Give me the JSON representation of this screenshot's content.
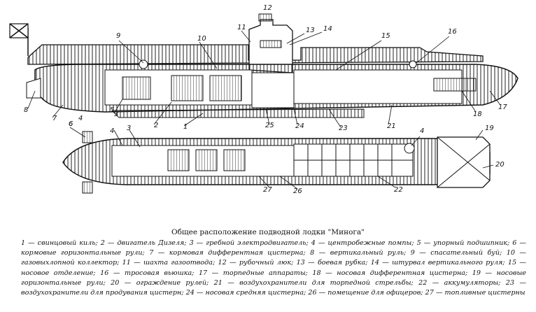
{
  "caption": {
    "title": "Общее расположение подводной лодки \"Минога\"",
    "legend": [
      {
        "n": "1",
        "text": "свинцовый киль"
      },
      {
        "n": "2",
        "text": "двигатель Дизеля"
      },
      {
        "n": "3",
        "text": "гребной электродвигатель"
      },
      {
        "n": "4",
        "text": "центробежные помпы"
      },
      {
        "n": "5",
        "text": "упорный подшипник"
      },
      {
        "n": "6",
        "text": "кормовые горизонтальные рули"
      },
      {
        "n": "7",
        "text": "кормовая дифферентная цистерна"
      },
      {
        "n": "8",
        "text": "вертикальный руль"
      },
      {
        "n": "9",
        "text": "спасательный буй"
      },
      {
        "n": "10",
        "text": "газовыхлопной коллектор"
      },
      {
        "n": "11",
        "text": "шахта газоотвода"
      },
      {
        "n": "12",
        "text": "рубочный люк"
      },
      {
        "n": "13",
        "text": "боевая рубка"
      },
      {
        "n": "14",
        "text": "штурвал вертикального руля"
      },
      {
        "n": "15",
        "text": "носовое отделение"
      },
      {
        "n": "16",
        "text": "тросовая вьюшка"
      },
      {
        "n": "17",
        "text": "торпедные аппараты"
      },
      {
        "n": "18",
        "text": "носовая дифферентная цистерна"
      },
      {
        "n": "19",
        "text": "носовые горизонтальные рули"
      },
      {
        "n": "20",
        "text": "ограждение рулей"
      },
      {
        "n": "21",
        "text": "воздухохранители для торпедной стрельбы"
      },
      {
        "n": "22",
        "text": "аккумуляторы"
      },
      {
        "n": "23",
        "text": "воздухохранители для продувания цистерн"
      },
      {
        "n": "24",
        "text": "носовая средняя цистерна"
      },
      {
        "n": "26",
        "text": "помещение для офицеров"
      },
      {
        "n": "27",
        "text": "топливные цистерны"
      }
    ]
  },
  "side_view_labels": [
    "1",
    "2",
    "3",
    "4",
    "5",
    "6",
    "7",
    "8",
    "9",
    "10",
    "11",
    "12",
    "13",
    "14",
    "15",
    "16",
    "17",
    "18",
    "21",
    "23",
    "24",
    "25"
  ],
  "top_view_labels": [
    "3",
    "4",
    "4",
    "6",
    "19",
    "20",
    "22",
    "26",
    "27"
  ]
}
